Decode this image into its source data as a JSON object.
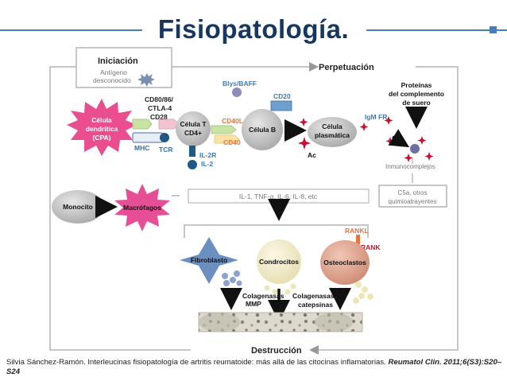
{
  "slide": {
    "title": "Fisiopatología.",
    "caption_text": "Silvia Sánchez-Ramón. Interleucinas fisiopatología de artritis reumatoide: más allá de las citocinas inflamatorias.",
    "caption_ref": "Reumatol Clin. 2011;6(S3):S20–S24"
  },
  "diagram": {
    "iniciacion": "Iniciación",
    "antigeno_1": "Antígeno",
    "antigeno_2": "desconocido",
    "perpetuacion": "Perpetuación",
    "destruccion": "Destrucción",
    "cpa_1": "Célula",
    "cpa_2": "dendrítica",
    "cpa_3": "(CPA)",
    "costim_1": "CD80/86/",
    "costim_2": "CTLA-4",
    "costim_3": "CD28",
    "mhc": "MHC",
    "tcr": "TCR",
    "tcell_1": "Célula T",
    "tcell_2": "CD4+",
    "il2r": "IL-2R",
    "il2": "IL-2",
    "cd40l": "CD40L",
    "cd40": "CD40",
    "blys": "Blys/BAFF",
    "cd20": "CD20",
    "bcell": "Célula B",
    "plasma_1": "Célula",
    "plasma_2": "plasmática",
    "ac": "Ac",
    "igm": "IgM FR",
    "proteins_1": "Proteínas",
    "proteins_2": "del complemento",
    "proteins_3": "de suero",
    "inmuno": "Inmunocomplejos",
    "c5a_1": "C5a, otros",
    "c5a_2": "quimioatrayentes",
    "monocito": "Monocito",
    "macrofagos": "Macrófagos",
    "cytokines": "IL-1, TNF-α, IL-6, IL-8, etc",
    "rankl": "RANKL",
    "rank": "RANK",
    "fibroblasto": "Fibroblasto",
    "condrocitos": "Condrocitos",
    "osteoclastos": "Osteoclastos",
    "colag_mmp_1": "Colagenasas",
    "colag_mmp_2": "MMP",
    "colag_cat_1": "Colagenasas",
    "colag_cat_2": "catepsinas"
  },
  "colors": {
    "title": "#17375e",
    "accent": "#4a7ebb",
    "dendritic": "#e94b8a",
    "macrophage": "#e64f95",
    "tcell": "#bdbdbd",
    "fibroblast": "#6b8fbf",
    "chondrocyte": "#f3ecc6",
    "osteoclast": "#e0a08a",
    "orange_label": "#e8763a",
    "blue_label": "#3d7ab8"
  }
}
